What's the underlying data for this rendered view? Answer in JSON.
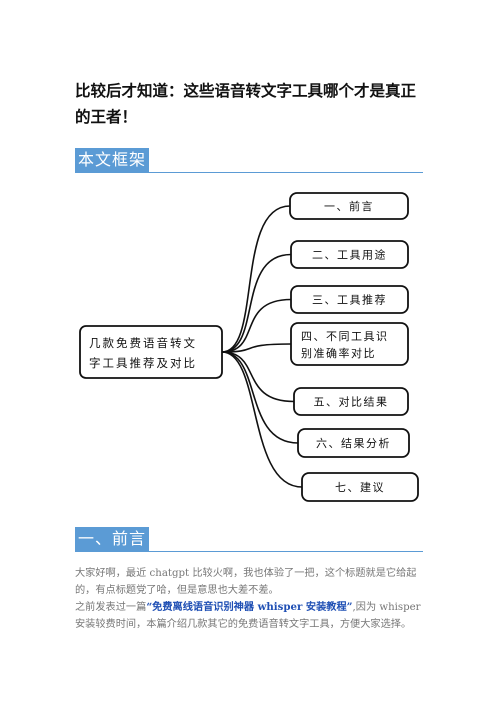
{
  "title": "比较后才知道：这些语音转文字工具哪个才是真正的王者！",
  "sections": [
    {
      "label": "本文框架"
    },
    {
      "label": "一、前言"
    }
  ],
  "mindmap": {
    "root_line1": "几款免费语音转文",
    "root_line2": "字工具推荐及对比",
    "branches": [
      {
        "line1": "一、前言"
      },
      {
        "line1": "二、工具用途"
      },
      {
        "line1": "三、工具推荐"
      },
      {
        "line1": "四、不同工具识",
        "line2": "别准确率对比"
      },
      {
        "line1": "五、对比结果"
      },
      {
        "line1": "六、结果分析"
      },
      {
        "line1": "七、建议"
      }
    ]
  },
  "intro": {
    "p1": "大家好啊，最近 chatgpt 比较火啊，我也体验了一把，这个标题就是它给起的，有点标题党了哈，但是意思也大差不差。",
    "p2_before": "之前发表过一篇",
    "p2_link": "“免费离线语音识别神器 whisper 安装教程”",
    "p2_after": ",因为 whisper 安装较费时间，本篇介绍几款其它的免费语音转文字工具，方便大家选择。"
  }
}
